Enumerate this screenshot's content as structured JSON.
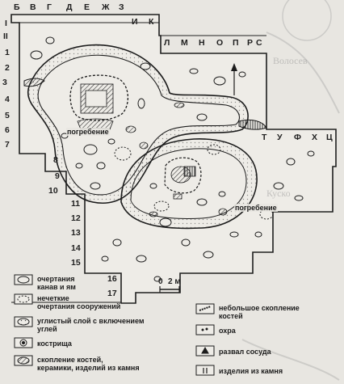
{
  "grid": {
    "top_letters_row1": [
      "Б",
      "В",
      "Г",
      "Д",
      "Е",
      "Ж",
      "З"
    ],
    "top_letters_row2": [
      "И",
      "К"
    ],
    "top_letters_row3": [
      "Л",
      "М",
      "Н",
      "О",
      "П",
      "Р",
      "С"
    ],
    "right_letters": [
      "Т",
      "У",
      "Ф",
      "Х",
      "Ц"
    ],
    "left_numbers": [
      "I",
      "II",
      "1",
      "2",
      "3",
      "4",
      "5",
      "6",
      "7"
    ],
    "inner_numbers": [
      "8",
      "9",
      "10",
      "11",
      "12",
      "13",
      "14",
      "15",
      "16",
      "17"
    ]
  },
  "annotations": {
    "burial_1": "погребение",
    "burial_2": "погребение"
  },
  "scale_bar": {
    "zero": "0",
    "length": "2 м"
  },
  "legend": {
    "left": [
      {
        "id": "ditch",
        "lines": [
          "очертания",
          "канав и ям"
        ]
      },
      {
        "id": "vague",
        "lines": [
          "нечеткие",
          "очертания сооружений"
        ]
      },
      {
        "id": "charcoal",
        "lines": [
          "углистый слой с включением",
          "углей"
        ]
      },
      {
        "id": "hearth",
        "lines": [
          "кострища"
        ]
      },
      {
        "id": "bones",
        "lines": [
          "скопление костей,",
          "керамики, изделий из камня"
        ]
      }
    ],
    "right": [
      {
        "id": "small-bones",
        "lines": [
          "небольшое скопление",
          "костей"
        ]
      },
      {
        "id": "ochre",
        "lines": [
          "охра"
        ]
      },
      {
        "id": "vessel",
        "lines": [
          "развал сосуда"
        ]
      },
      {
        "id": "stone",
        "lines": [
          "изделия из камня"
        ]
      }
    ]
  }
}
